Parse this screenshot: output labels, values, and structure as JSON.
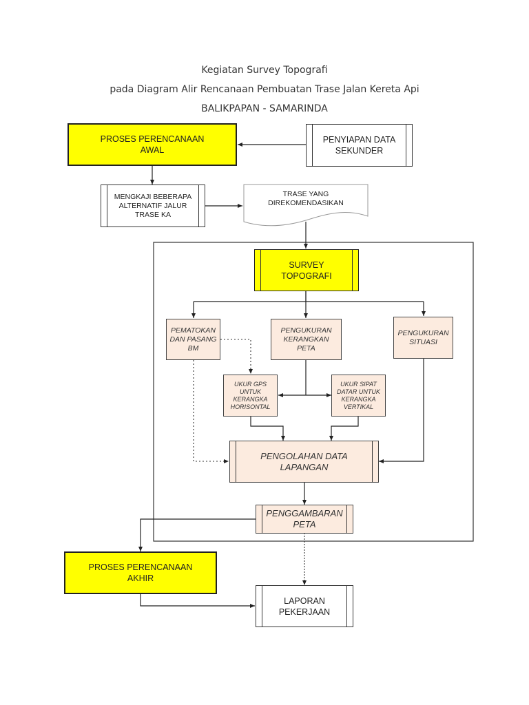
{
  "title": {
    "line1": "Kegiatan Survey Topografi",
    "line2": "pada Diagram Alir Rencanaan Pembuatan Trase Jalan Kereta Api",
    "line3": "BALIKPAPAN - SAMARINDA"
  },
  "colors": {
    "highlight": "#ffff00",
    "process_fill": "#fcebdf",
    "line": "#222222"
  },
  "nodes": {
    "proses_awal": [
      "PROSES PERENCANAAN",
      "AWAL"
    ],
    "penyiapan_data": [
      "PENYIAPAN DATA",
      "SEKUNDER"
    ],
    "mengkaji": [
      "MENGKAJI BEBERAPA",
      "ALTERNATIF JALUR",
      "TRASE KA"
    ],
    "trase_rekomendasi": [
      "TRASE YANG",
      "DIREKOMENDASIKAN"
    ],
    "survey_topografi": [
      "SURVEY",
      "TOPOGRAFI"
    ],
    "pematokan": [
      "PEMATOKAN",
      "DAN PASANG",
      "BM"
    ],
    "pengukuran_kerangka": [
      "PENGUKURAN",
      "KERANGKAN",
      "PETA"
    ],
    "pengukuran_situasi": [
      "PENGUKURAN",
      "SITUASI"
    ],
    "ukur_gps": [
      "UKUR GPS",
      "UNTUK",
      "KERANGKA",
      "HORISONTAL"
    ],
    "ukur_sipat": [
      "UKUR SIPAT",
      "DATAR UNTUK",
      "KERANGKA",
      "VERTIKAL"
    ],
    "pengolahan": [
      "PENGOLAHAN DATA",
      "LAPANGAN"
    ],
    "penggambaran": [
      "PENGGAMBARAN",
      "PETA"
    ],
    "proses_akhir": [
      "PROSES PERENCANAAN",
      "AKHIR"
    ],
    "laporan": [
      "LAPORAN",
      "PEKERJAAN"
    ]
  }
}
